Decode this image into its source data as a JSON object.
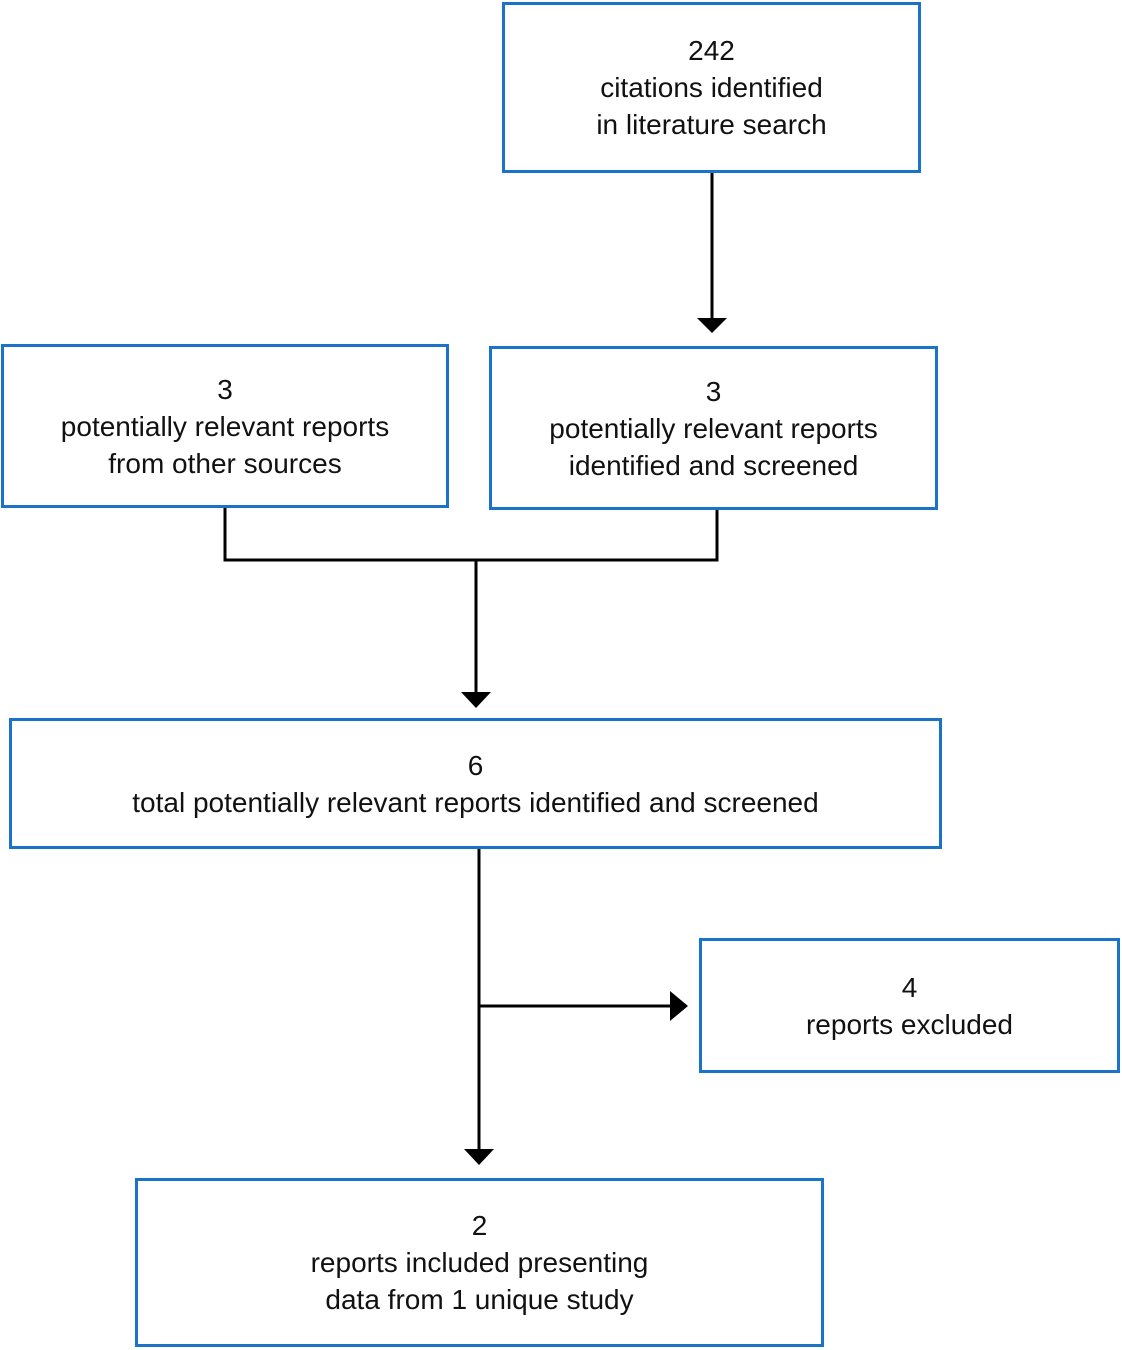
{
  "boxes": {
    "search": {
      "count": "242",
      "line1": "citations identified",
      "line2": "in literature search"
    },
    "other_sources": {
      "count": "3",
      "line1": "potentially relevant reports",
      "line2": "from other sources"
    },
    "screened": {
      "count": "3",
      "line1": "potentially relevant reports",
      "line2": "identified and screened"
    },
    "total": {
      "count": "6",
      "line1": "total potentially relevant reports identified and screened"
    },
    "excluded": {
      "count": "4",
      "line1": "reports excluded"
    },
    "included": {
      "count": "2",
      "line1": "reports included presenting",
      "line2": "data from 1 unique study"
    }
  },
  "colors": {
    "box_border": "#1a73c8",
    "connector": "#000000",
    "text": "#111111"
  }
}
